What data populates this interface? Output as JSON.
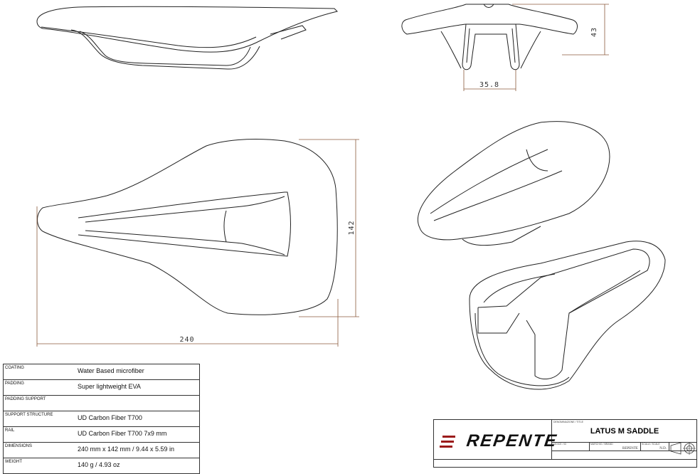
{
  "dimensions": {
    "height": "43",
    "rail_width": "35.8",
    "width": "142",
    "length": "240"
  },
  "colors": {
    "line": "#222222",
    "dimension": "#8b5a3c",
    "brand_red": "#9b1b1b"
  },
  "specs": [
    {
      "label": "COATING",
      "value": "Water Based microfiber"
    },
    {
      "label": "PADDING",
      "value": "Super lightweight EVA"
    },
    {
      "label": "PADDING SUPPORT",
      "value": ""
    },
    {
      "label": "SUPPORT STRUCTURE",
      "value": "UD Carbon Fiber T700"
    },
    {
      "label": "RAIL",
      "value": "UD Carbon Fiber T700 7x9 mm"
    },
    {
      "label": "DIMENSIONS",
      "value": "240 mm x 142 mm / 9.44 x 5.59 in"
    },
    {
      "label": "WEIGHT",
      "value": "140 g / 4.93 oz"
    }
  ],
  "title_block": {
    "logo": "REPENTE",
    "title_label": "DENOMINAZIONE / TITLE",
    "title": "LATUS M SADDLE",
    "code_label": "CODICE / ID",
    "brand_label": "MARCHIO / BRAND",
    "brand": "REPENTE",
    "scale_label": "SCALA / SCALE",
    "scale": "N.D.",
    "projection_icon": "third-angle-projection-icon"
  }
}
